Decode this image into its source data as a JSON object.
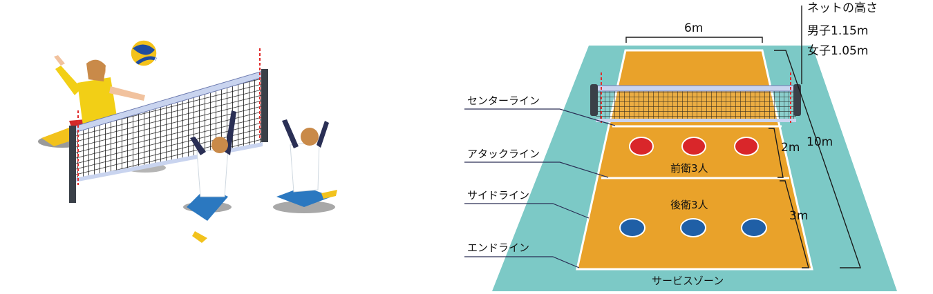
{
  "net_height": {
    "title": "ネットの高さ",
    "men": "男子1.15m",
    "women": "女子1.05m"
  },
  "court_labels": {
    "center_line": "センターライン",
    "attack_line": "アタックライン",
    "side_line": "サイドライン",
    "end_line": "エンドライン",
    "service_zone": "サービスゾーン",
    "front_row": "前衛3人",
    "back_row": "後衛3人"
  },
  "dimensions": {
    "width": "6m",
    "length": "10m",
    "front_zone": "2m",
    "back_zone": "3m"
  },
  "colors": {
    "court_orange": "#e9a22a",
    "outer_teal": "#7cc9c6",
    "front_player_red": "#d9262a",
    "back_player_blue": "#1f5fa6",
    "net_mesh": "#1a1a1a",
    "net_band": "#c9d4ef",
    "player_shirt_yellow": "#f2cf16",
    "player_shirt_white": "#ffffff",
    "player_pants_blue": "#2b78c0"
  }
}
